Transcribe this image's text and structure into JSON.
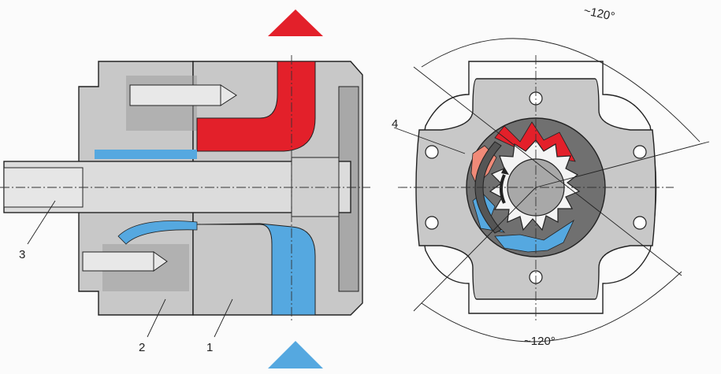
{
  "diagram": {
    "labels": {
      "part_1": "1",
      "part_2": "2",
      "part_3": "3",
      "part_4": "4",
      "angle_top": "~120°",
      "angle_bottom": "~120°"
    },
    "colors": {
      "pressure": "#e3202a",
      "pressure_light": "#f08a78",
      "suction": "#55a8e0",
      "housing": "#c8c8c8",
      "housing_dark": "#8a8a8a",
      "ring": "#707070"
    }
  }
}
